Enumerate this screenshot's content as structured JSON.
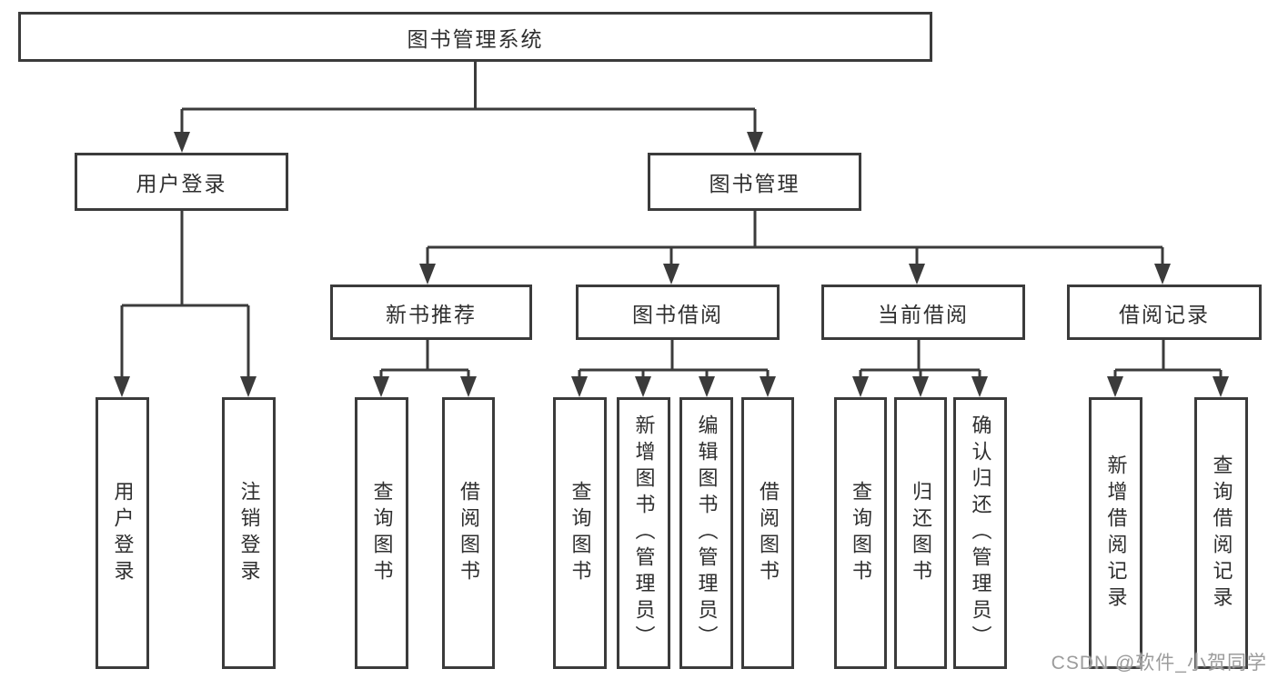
{
  "tree": {
    "root": {
      "label": "图书管理系统"
    },
    "branches": [
      {
        "label": "用户登录",
        "children": [
          {
            "label": "用户登录"
          },
          {
            "label": "注销登录"
          }
        ]
      },
      {
        "label": "图书管理",
        "groups": [
          {
            "label": "新书推荐",
            "children": [
              {
                "label": "查询图书"
              },
              {
                "label": "借阅图书"
              }
            ]
          },
          {
            "label": "图书借阅",
            "children": [
              {
                "label": "查询图书"
              },
              {
                "label": "新增图书（管理员）"
              },
              {
                "label": "编辑图书（管理员）"
              },
              {
                "label": "借阅图书"
              }
            ]
          },
          {
            "label": "当前借阅",
            "children": [
              {
                "label": "查询图书"
              },
              {
                "label": "归还图书"
              },
              {
                "label": "确认归还（管理员）"
              }
            ]
          },
          {
            "label": "借阅记录",
            "children": [
              {
                "label": "新增借阅记录"
              },
              {
                "label": "查询借阅记录"
              }
            ]
          }
        ]
      }
    ]
  },
  "watermark": {
    "text": "CSDN @软件_小贺同学"
  },
  "colors": {
    "line": "#3b3b3b",
    "text": "#2f2f2f",
    "watermark": "#9c9c9c",
    "background": "#ffffff"
  }
}
